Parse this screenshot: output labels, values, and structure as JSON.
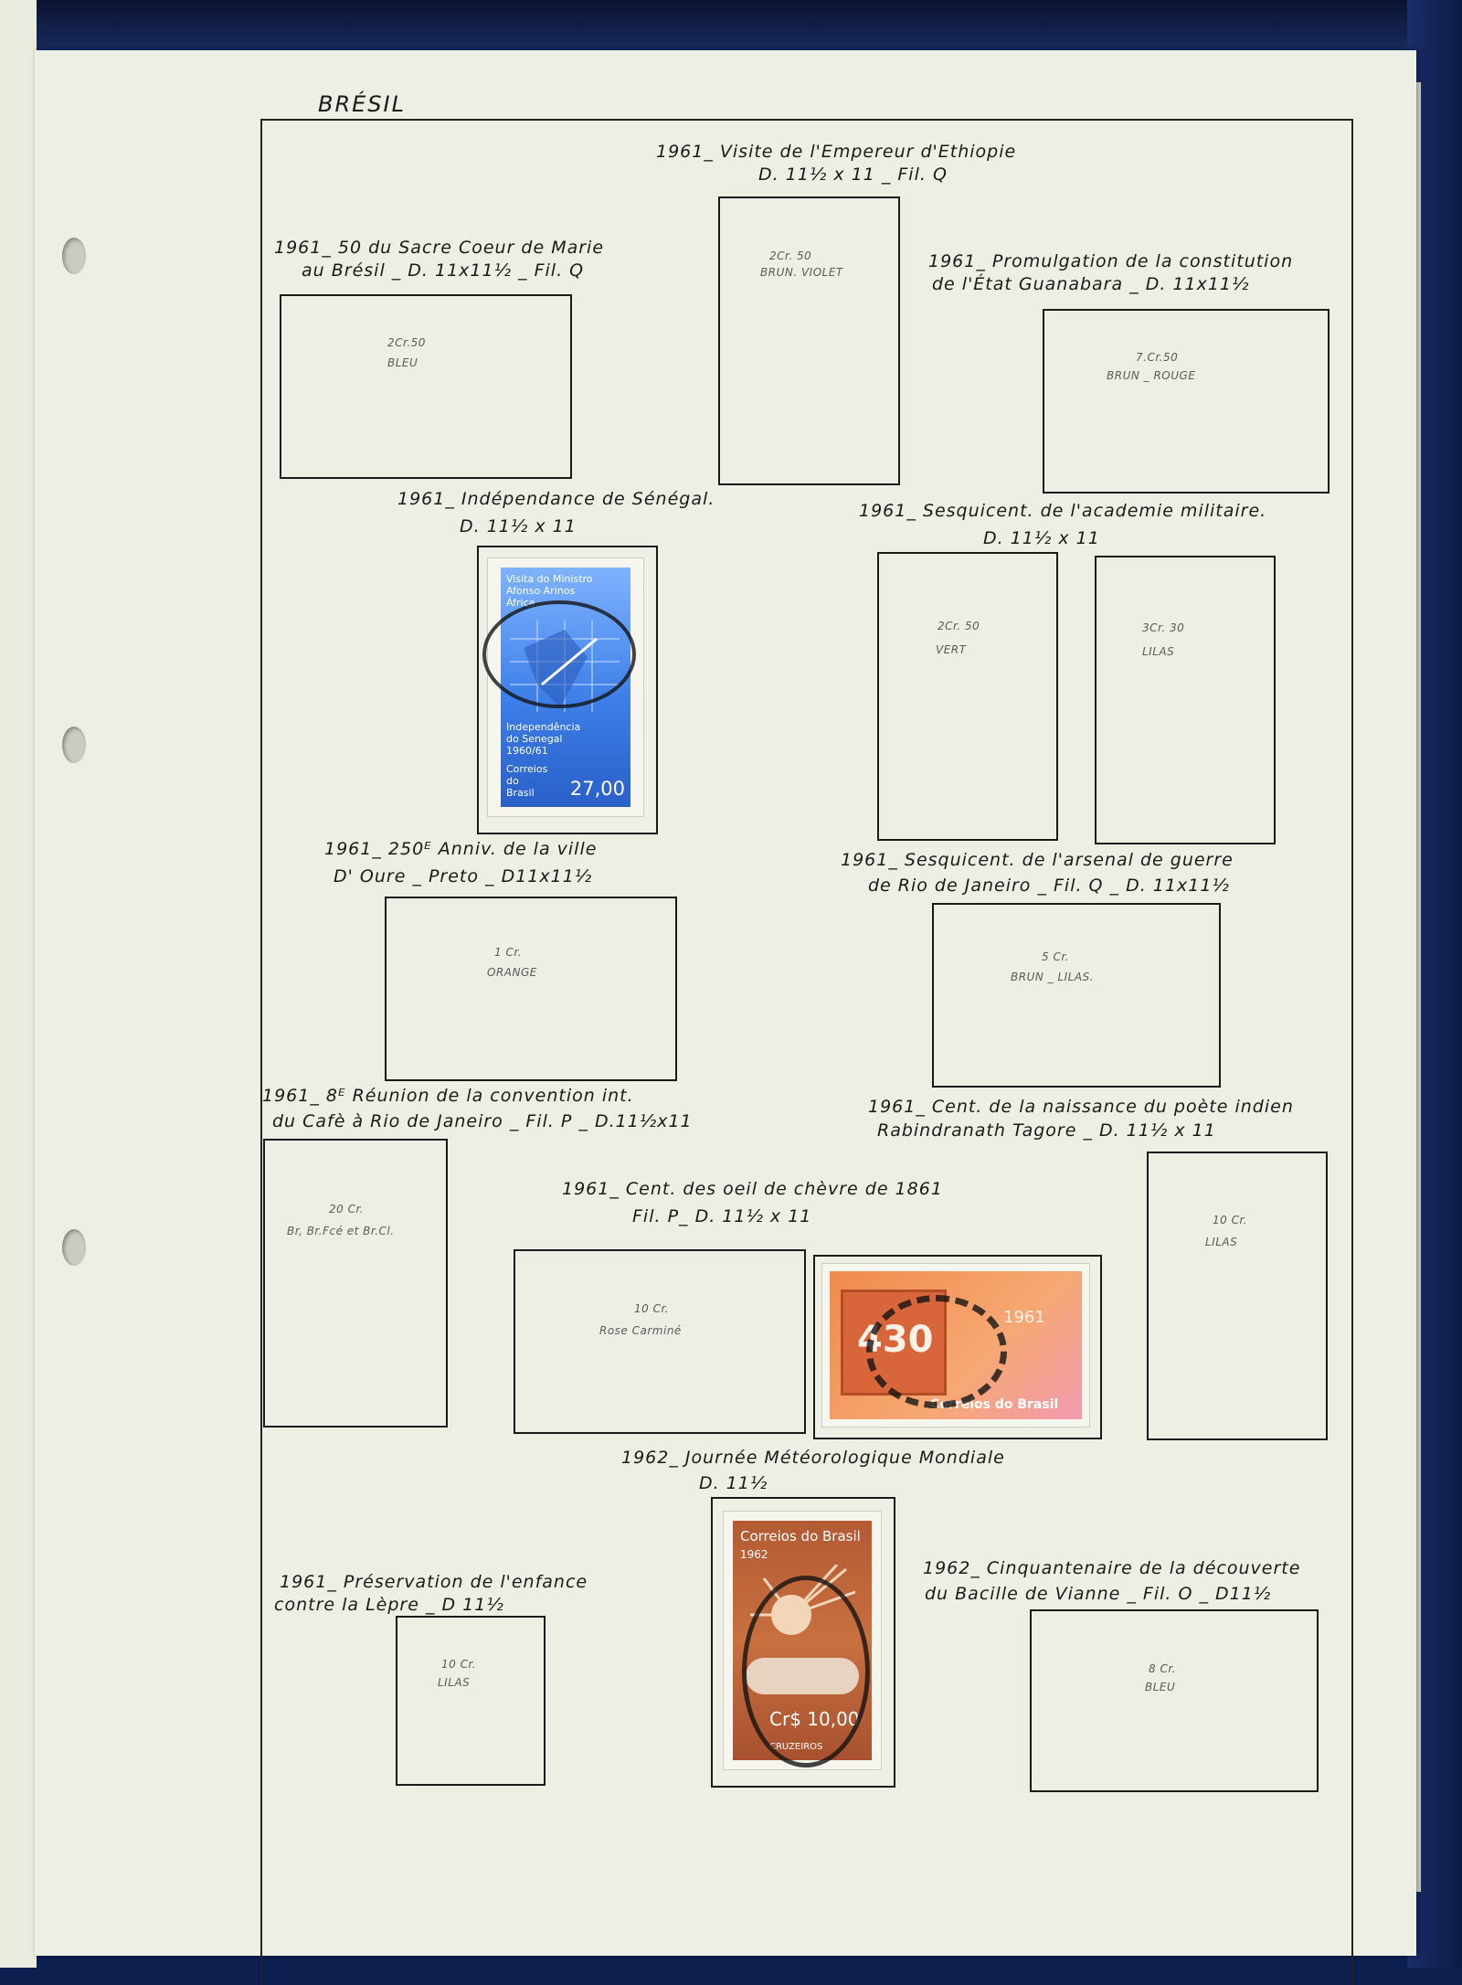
{
  "page": {
    "country": "BRÉSIL"
  },
  "entries": [
    {
      "id": "ethiopie",
      "title": "1961_ Visite de l'Empereur d'Ethiopie",
      "detail": "D. 11½ x 11 _ Fil. Q",
      "slots": [
        {
          "value": "2Cr. 50",
          "color": "BRUN. VIOLET"
        }
      ]
    },
    {
      "id": "sacre-coeur",
      "title": "1961_ 50 du Sacre Coeur de Marie",
      "detail": "au Brésil _ D. 11x11½ _ Fil. Q",
      "slots": [
        {
          "value": "2Cr.50",
          "color": "BLEU"
        }
      ]
    },
    {
      "id": "guanabara",
      "title": "1961_ Promulgation de la constitution",
      "detail": "de l'État Guanabara _ D. 11x11½",
      "slots": [
        {
          "value": "7.Cr.50",
          "color": "BRUN _ ROUGE"
        }
      ]
    },
    {
      "id": "senegal",
      "title": "1961_ Indépendance de Sénégal.",
      "detail": "D. 11½ x 11",
      "stamp": {
        "lines": [
          "Visita do Ministro",
          "Afonso Arinos",
          "África"
        ],
        "caption": [
          "Independência",
          "do Senegal",
          "1960/61"
        ],
        "footer": [
          "Correios",
          "do",
          "Brasil"
        ],
        "value": "27,00"
      }
    },
    {
      "id": "academie",
      "title": "1961_ Sesquicent. de l'academie militaire.",
      "detail": "D. 11½ x 11",
      "slots": [
        {
          "value": "2Cr. 50",
          "color": "VERT"
        },
        {
          "value": "3Cr. 30",
          "color": "LILAS"
        }
      ]
    },
    {
      "id": "ouro-preto",
      "title": "1961_ 250ᴱ Anniv. de la ville",
      "detail": "D' Oure _ Preto _ D11x11½",
      "slots": [
        {
          "value": "1 Cr.",
          "color": "ORANGE"
        }
      ]
    },
    {
      "id": "arsenal",
      "title": "1961_ Sesquicent. de l'arsenal de guerre",
      "detail": "de Rio de Janeiro _ Fil. Q _ D. 11x11½",
      "slots": [
        {
          "value": "5 Cr.",
          "color": "BRUN _ LILAS."
        }
      ]
    },
    {
      "id": "cafe",
      "title": "1961_ 8ᴱ Réunion de la convention int.",
      "detail": "du Cafè à Rio de Janeiro _ Fil. P _ D.11½x11",
      "slots": [
        {
          "value": "20 Cr.",
          "color": "Br, Br.Fcé et Br.Cl."
        }
      ]
    },
    {
      "id": "tagore",
      "title": "1961_ Cent. de la naissance du poète indien",
      "detail": "Rabindranath Tagore _ D. 11½ x 11",
      "slots": [
        {
          "value": "10 Cr.",
          "color": "LILAS"
        }
      ]
    },
    {
      "id": "oeil-de-chevre",
      "title": "1961_ Cent. des oeil de chèvre de 1861",
      "detail": "Fil. P_ D. 11½ x 11",
      "slots": [
        {
          "value": "10 Cr.",
          "color": "Rose Carminé"
        }
      ],
      "stamp": {
        "value": "430",
        "year": "1961",
        "brand": "Correios do Brasil"
      }
    },
    {
      "id": "meteo",
      "title": "1962_ Journée Météorologique Mondiale",
      "detail": "D. 11½",
      "stamp": {
        "header": "Correios do Brasil",
        "year": "1962",
        "value": "Cr$ 10,00",
        "footer": "CRUZEIROS"
      }
    },
    {
      "id": "lepre",
      "title": "1961_ Préservation de l'enfance",
      "detail": "contre la Lèpre _ D 11½",
      "slots": [
        {
          "value": "10 Cr.",
          "color": "LILAS"
        }
      ]
    },
    {
      "id": "vianne",
      "title": "1962_ Cinquantenaire de la découverte",
      "detail": "du Bacille de Vianne _ Fil. O _ D11½",
      "slots": [
        {
          "value": "8 Cr.",
          "color": "BLEU"
        }
      ]
    }
  ]
}
